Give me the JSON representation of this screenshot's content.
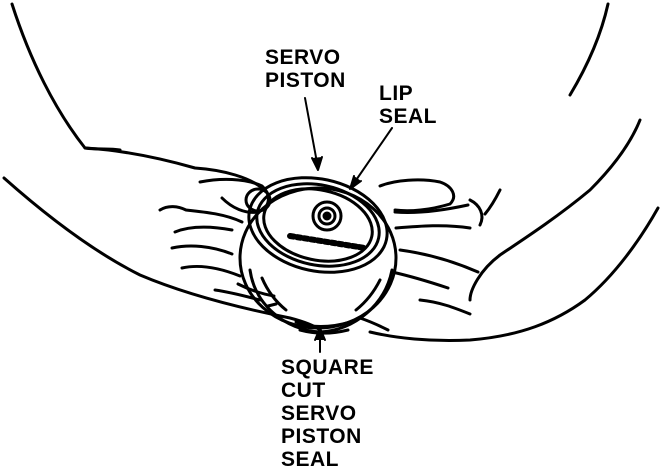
{
  "labels": {
    "servo_piston": [
      "SERVO",
      "PISTON"
    ],
    "lip_seal": [
      "LIP",
      "SEAL"
    ],
    "square_cut_seal": [
      "SQUARE",
      "CUT",
      "SERVO",
      "PISTON",
      "SEAL"
    ]
  },
  "colors": {
    "ink": "#000000",
    "paper": "#ffffff"
  }
}
